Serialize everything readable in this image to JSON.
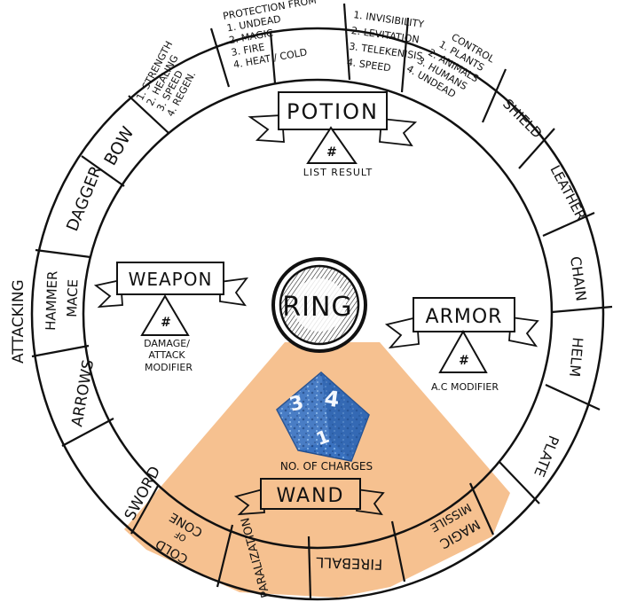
{
  "wheel": {
    "outer_ring": {
      "attacking_label": "ATTACKING",
      "segments": [
        {
          "id": "bow",
          "label": "BOW"
        },
        {
          "id": "dagger",
          "label": "DAGGER"
        },
        {
          "id": "hammer-mace",
          "label": "HAMMER / MACE",
          "lines": [
            "HAMMER",
            "MACE"
          ]
        },
        {
          "id": "arrows",
          "label": "ARROWS"
        },
        {
          "id": "sword",
          "label": "SWORD"
        },
        {
          "id": "shield",
          "label": "SHIELD"
        },
        {
          "id": "leather",
          "label": "LEATHER"
        },
        {
          "id": "chain",
          "label": "CHAIN"
        },
        {
          "id": "helm",
          "label": "HELM"
        },
        {
          "id": "plate",
          "label": "PLATE"
        },
        {
          "id": "cone-of-cold",
          "label": "CONE OF COLD",
          "lines": [
            "CONE",
            "OF",
            "COLD"
          ]
        },
        {
          "id": "paralization",
          "label": "PARALIZATION"
        },
        {
          "id": "fireball",
          "label": "FIREBALL"
        },
        {
          "id": "magic-missile",
          "label": "MAGIC MISSILE",
          "lines": [
            "MAGIC",
            "MISSILE"
          ]
        }
      ],
      "potion_lists": [
        {
          "id": "strength-list",
          "lines": [
            "1. STRENGTH",
            "2. HEALING",
            "3. SPEED",
            "4. REGEN."
          ]
        },
        {
          "id": "protection-list",
          "lines": [
            "PROTECTION FROM",
            "1. UNDEAD",
            "2. MAGIC",
            "3. FIRE",
            "4. HEAT / COLD"
          ]
        },
        {
          "id": "invisibility-list",
          "lines": [
            "1. INVISIBILITY",
            "2. LEVITATION",
            "3. TELEKENISIS",
            "4. SPEED"
          ]
        },
        {
          "id": "control-list",
          "lines": [
            "CONTROL",
            "1. PLANTS",
            "2. ANIMALS",
            "3. HUMANS",
            "4. UNDEAD"
          ]
        }
      ]
    },
    "center": {
      "label": "RING"
    },
    "categories": {
      "potion": {
        "title": "POTION",
        "symbol": "#",
        "caption": "LIST RESULT"
      },
      "weapon": {
        "title": "WEAPON",
        "symbol": "#",
        "caption_lines": [
          "DAMAGE/",
          "ATTACK",
          "MODIFIER"
        ]
      },
      "armor": {
        "title": "ARMOR",
        "symbol": "#",
        "caption": "A.C MODIFIER"
      },
      "wand": {
        "title": "WAND",
        "caption": "NO. OF CHARGES"
      }
    },
    "die": {
      "visible_faces": [
        "3",
        "4",
        "1"
      ]
    },
    "colors": {
      "highlight": "#f6c190",
      "ink": "#111111",
      "die_blue": "#3a72c0",
      "paper": "#ffffff"
    }
  }
}
